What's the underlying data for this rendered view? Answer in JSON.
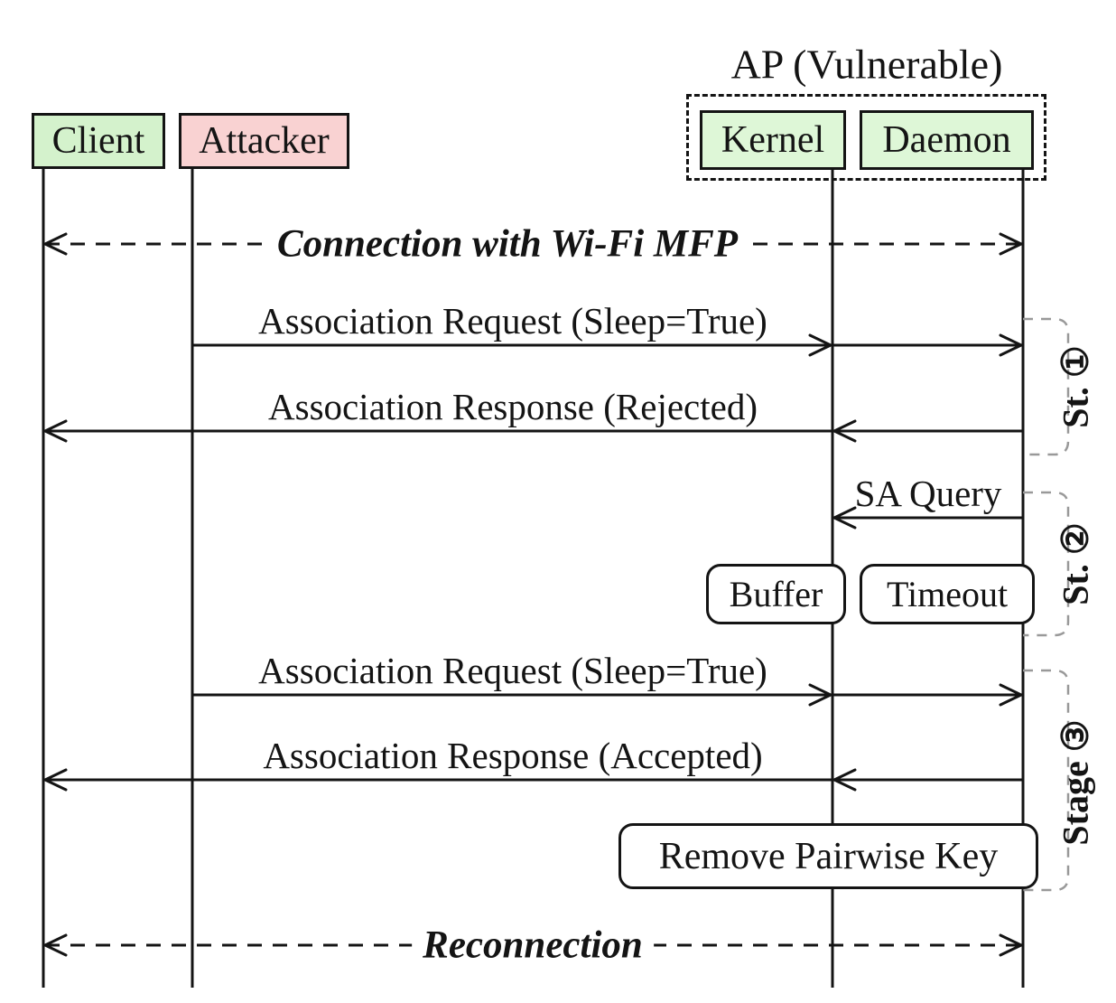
{
  "ap": {
    "label": "AP (Vulnerable)"
  },
  "actors": {
    "client": "Client",
    "attacker": "Attacker",
    "kernel": "Kernel",
    "daemon": "Daemon"
  },
  "messages": {
    "connection": "Connection with Wi-Fi MFP",
    "assoc_request_1": "Association Request (Sleep=True)",
    "assoc_response_rejected": "Association Response (Rejected)",
    "sa_query": "SA Query",
    "assoc_request_2": "Association Request (Sleep=True)",
    "assoc_response_accepted": "Association Response (Accepted)",
    "reconnection": "Reconnection"
  },
  "notes": {
    "buffer": "Buffer",
    "timeout": "Timeout",
    "remove_key": "Remove Pairwise Key"
  },
  "stages": {
    "s1": "St. ①",
    "s2": "St. ②",
    "s3": "Stage ③"
  },
  "colors": {
    "ink": "#141414",
    "actor_green": "#d4f2cc",
    "ap_actor_green": "#def7d7",
    "attacker_pink": "#f9d2d2",
    "bracket_gray": "#999999"
  }
}
